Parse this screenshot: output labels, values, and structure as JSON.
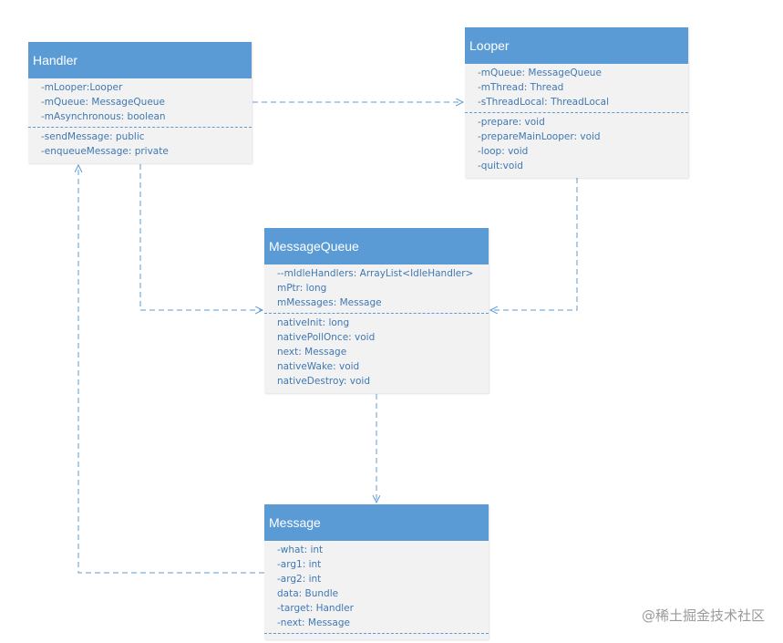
{
  "classes": {
    "handler": {
      "name": "Handler",
      "attributes": [
        "-mLooper:Looper",
        "-mQueue: MessageQueue",
        "-mAsynchronous: boolean"
      ],
      "operations": [
        "-sendMessage: public",
        "-enqueueMessage: private"
      ]
    },
    "looper": {
      "name": "Looper",
      "attributes": [
        "-mQueue: MessageQueue",
        "-mThread: Thread",
        "-sThreadLocal: ThreadLocal"
      ],
      "operations": [
        "-prepare: void",
        "-prepareMainLooper: void",
        "-loop: void",
        "-quit:void"
      ]
    },
    "messagequeue": {
      "name": "MessageQueue",
      "attributes": [
        "--mIdleHandlers: ArrayList<IdleHandler>",
        "mPtr: long",
        "mMessages: Message"
      ],
      "operations": [
        "nativeInit: long",
        "nativePollOnce: void",
        "next: Message",
        "nativeWake: void",
        "nativeDestroy: void"
      ]
    },
    "message": {
      "name": "Message",
      "attributes": [
        "-what: int",
        "-arg1: int",
        "-arg2: int",
        "data: Bundle",
        "-target: Handler",
        "-next: Message"
      ],
      "operations": []
    }
  },
  "edges": [
    {
      "from": "Handler",
      "to": "Looper"
    },
    {
      "from": "Handler",
      "to": "MessageQueue"
    },
    {
      "from": "Looper",
      "to": "MessageQueue"
    },
    {
      "from": "MessageQueue",
      "to": "Message"
    },
    {
      "from": "Message",
      "to": "Handler"
    }
  ],
  "colors": {
    "header": "#5b9bd5",
    "text": "#3f78b4",
    "body": "#f2f2f2",
    "edge": "#5b9bd5"
  },
  "watermark": "@稀土掘金技术社区"
}
